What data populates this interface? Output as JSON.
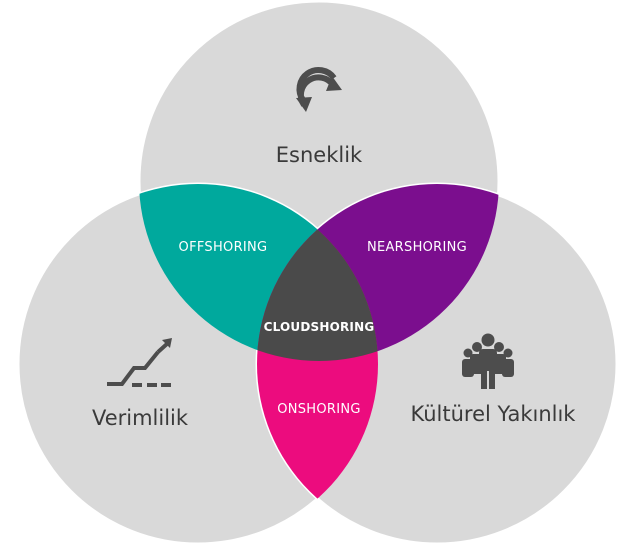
{
  "circles": [
    {
      "id": "top",
      "label": "Esneklik",
      "icon": "refresh-cycle-icon"
    },
    {
      "id": "left",
      "label": "Verimlilik",
      "icon": "rising-steps-arrow-icon"
    },
    {
      "id": "right",
      "label": "Kültürel Yakınlık",
      "icon": "people-group-icon"
    }
  ],
  "regions": {
    "top_left": {
      "label": "OFFSHORING",
      "color": "#00a99d"
    },
    "top_right": {
      "label": "NEARSHORING",
      "color": "#7b0e8e"
    },
    "bottom": {
      "label": "ONSHORING",
      "color": "#ec0c7e"
    },
    "center": {
      "label": "CLOUDSHORING",
      "color": "#4a4a4a"
    }
  },
  "colors": {
    "circle_fill": "#d9d9d9",
    "circle_stroke": "#ffffff",
    "icon": "#4d4d4d"
  }
}
